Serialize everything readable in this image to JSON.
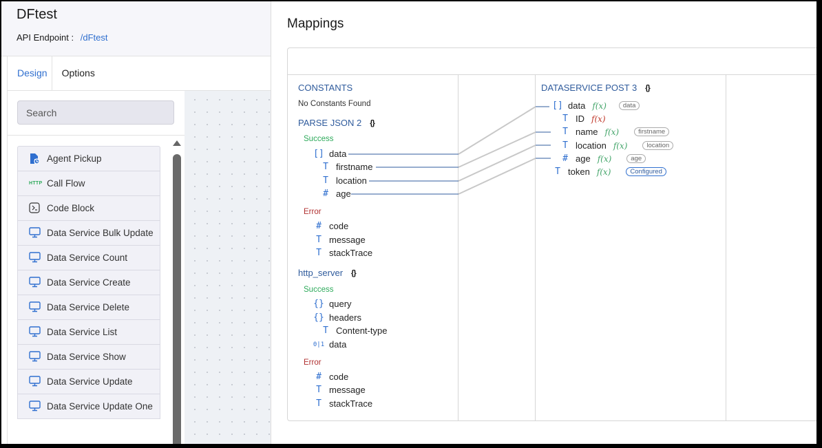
{
  "header": {
    "title": "DFtest",
    "endpoint_label": "API Endpoint :",
    "endpoint_value": "/dFtest"
  },
  "tabs": [
    {
      "label": "Design",
      "active": true
    },
    {
      "label": "Options",
      "active": false
    }
  ],
  "search": {
    "placeholder": "Search"
  },
  "nodes": [
    {
      "label": "Agent Pickup",
      "icon": "agent-icon"
    },
    {
      "label": "Call Flow",
      "icon": "http-icon"
    },
    {
      "label": "Code Block",
      "icon": "terminal-icon"
    },
    {
      "label": "Data Service Bulk Update",
      "icon": "monitor-icon"
    },
    {
      "label": "Data Service Count",
      "icon": "monitor-icon"
    },
    {
      "label": "Data Service Create",
      "icon": "monitor-icon"
    },
    {
      "label": "Data Service Delete",
      "icon": "monitor-icon"
    },
    {
      "label": "Data Service List",
      "icon": "monitor-icon"
    },
    {
      "label": "Data Service Show",
      "icon": "monitor-icon"
    },
    {
      "label": "Data Service Update",
      "icon": "monitor-icon"
    },
    {
      "label": "Data Service Update One",
      "icon": "monitor-icon"
    }
  ],
  "http_icon_text": "HTTP",
  "mappings": {
    "title": "Mappings",
    "constants": {
      "title": "CONSTANTS",
      "empty": "No Constants Found"
    },
    "parse_json": {
      "title": "PARSE JSON 2",
      "braces": "{}",
      "success": "Success",
      "success_fields": [
        "data",
        "firstname",
        "location",
        "age"
      ],
      "error": "Error",
      "error_fields": [
        "code",
        "message",
        "stackTrace"
      ]
    },
    "http_server": {
      "title": "http_server",
      "braces": "{}",
      "success": "Success",
      "success_fields": [
        "query",
        "headers",
        "Content-type",
        "data"
      ],
      "error": "Error",
      "error_fields": [
        "code",
        "message",
        "stackTrace"
      ]
    },
    "dataservice": {
      "title": "DATASERVICE POST 3",
      "braces": "{}",
      "fx": "f(x)",
      "fields": [
        {
          "name": "data",
          "tag": "data"
        },
        {
          "name": "ID",
          "tag": ""
        },
        {
          "name": "name",
          "tag": "firstname"
        },
        {
          "name": "location",
          "tag": "location"
        },
        {
          "name": "age",
          "tag": "age"
        },
        {
          "name": "token",
          "tag": "Configured"
        }
      ]
    }
  },
  "type_glyphs": {
    "array": "[]",
    "text": "T",
    "number": "#",
    "object": "{}",
    "binary": "0|1"
  },
  "colors": {
    "accent": "#2f6fcf",
    "success": "#2eaa5b",
    "error": "#b03030",
    "section": "#2f5b9c"
  }
}
